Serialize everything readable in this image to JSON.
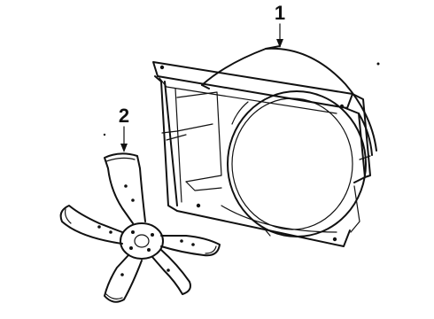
{
  "callouts": [
    {
      "id": "1",
      "label": "1",
      "part": "fan-shroud"
    },
    {
      "id": "2",
      "label": "2",
      "part": "fan-blade"
    }
  ],
  "colors": {
    "line": "#111111",
    "background": "#ffffff"
  }
}
